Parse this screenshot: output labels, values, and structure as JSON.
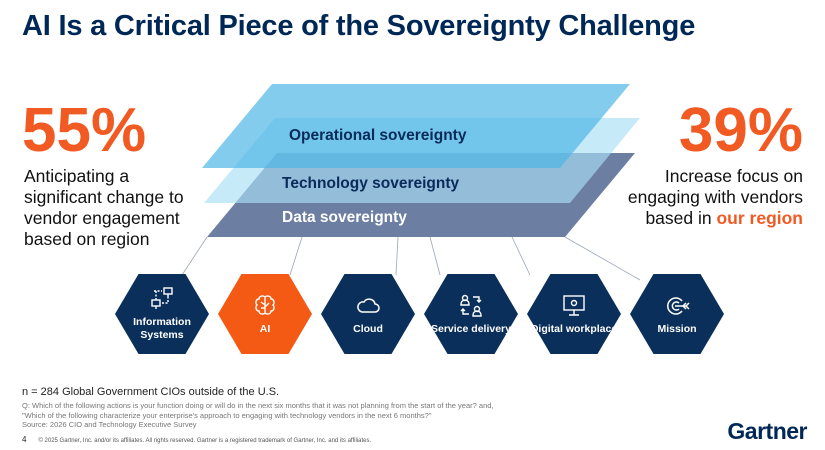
{
  "title": "AI Is a Critical Piece of the Sovereignty Challenge",
  "left_stat": {
    "value": "55%",
    "description": [
      "Anticipating a",
      "significant change to",
      "vendor engagement",
      "based on region"
    ]
  },
  "right_stat": {
    "value": "39%",
    "description_lines": [
      "Increase focus on",
      "engaging with vendors"
    ],
    "last_prefix": "based in ",
    "highlight": "our region"
  },
  "layers": [
    "Operational sovereignty",
    "Technology sovereignty",
    "Data sovereignty"
  ],
  "hexagons": [
    {
      "label": "Information Systems",
      "icon": "network-icon"
    },
    {
      "label": "AI",
      "icon": "brain-icon"
    },
    {
      "label": "Cloud",
      "icon": "cloud-icon"
    },
    {
      "label": "Service delivery",
      "icon": "people-exchange-icon"
    },
    {
      "label": "Digital workplace",
      "icon": "monitor-gear-icon"
    },
    {
      "label": "Mission",
      "icon": "target-icon"
    }
  ],
  "notes": {
    "sample": "n = 284 Global Government CIOs outside of the U.S.",
    "question1": "Q: Which of the following actions is your function doing or will do in the next six months that it was not planning from the start of the year? and,",
    "question2": "\"Which of the following characterize your enterprise's approach to engaging with technology vendors in the next 6 months?\"",
    "source": "Source: 2026 CIO and Technology Executive Survey"
  },
  "footer": {
    "page": "4",
    "copyright": "© 2025 Gartner, Inc. and/or its affiliates. All rights reserved. Gartner is a registered trademark of Gartner, Inc. and its affiliates."
  },
  "logo": "Gartner",
  "colors": {
    "navy": "#002856",
    "orange": "#f15a22",
    "hex": "#0b2f5b"
  }
}
